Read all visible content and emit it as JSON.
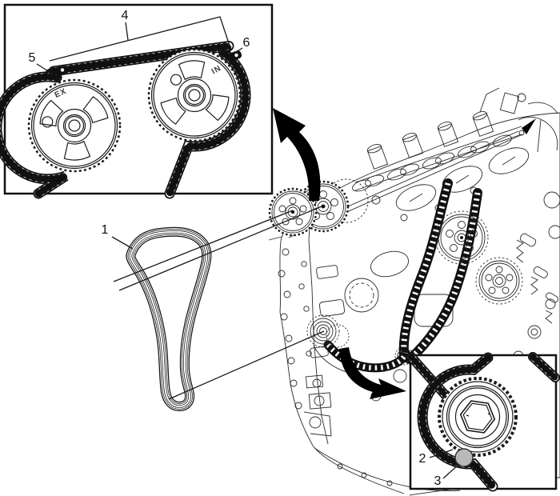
{
  "callouts": {
    "c1": "1",
    "c2": "2",
    "c3": "3",
    "c4": "4",
    "c5": "5",
    "c6": "6"
  },
  "labels": {
    "exhaust_sprocket": "EX",
    "intake_sprocket": "IN"
  },
  "colors": {
    "line": "#1a1a1a",
    "background": "#ffffff",
    "timing_mark_fill": "#b9b9b9",
    "arrow_fill": "#000000"
  }
}
